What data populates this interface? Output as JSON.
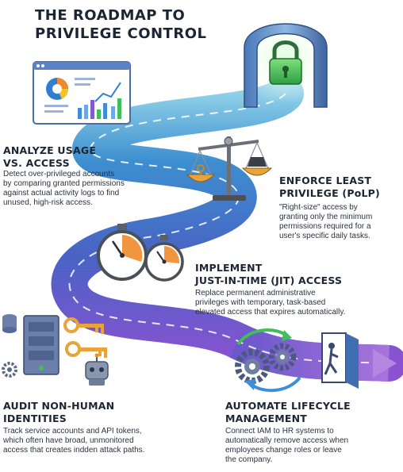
{
  "title": {
    "line1": "THE ROADMAP TO",
    "line2": "PRIVILEGE CONTROL"
  },
  "steps": [
    {
      "title_line1": "ANALYZE USAGE",
      "title_line2": "VS. ACCESS",
      "body": [
        "Detect over-privileged accounts",
        "by comparing granted permissions",
        "against actual activity logs to find",
        "unused, high-risk access."
      ]
    },
    {
      "title_line1": "ENFORCE LEAST",
      "title_line2": "PRIVILEGE (PoLP)",
      "body": [
        "\"Right-size\" access by",
        "granting only the minimum",
        "permissions required for a",
        "user's specific daily tasks."
      ]
    },
    {
      "title_line1": "IMPLEMENT",
      "title_line2": "JUST-IN-TIME (JIT) ACCESS",
      "body": [
        "Replace permanent administrative",
        "privileges with temporary, task-based",
        "elevated access that expires automatically."
      ]
    },
    {
      "title_line1": "AUDIT NON-HUMAN",
      "title_line2": "IDENTITIES",
      "body": [
        "Track service accounts and API tokens,",
        "which often have broad, unmonitored",
        "access that creates indden attack paths."
      ]
    },
    {
      "title_line1": "AUTOMATE LIFECYCLE",
      "title_line2": "MANAGEMENT",
      "body": [
        "Connect IAM to HR systems to",
        "automatically remove access when",
        "employees change roles or leave",
        "the company."
      ]
    }
  ],
  "colors": {
    "road_start": "#2f8fc9",
    "road_mid": "#4a66c8",
    "road_end": "#8a4fd0",
    "lane": "#ffffff",
    "accent_green": "#3fbf5a",
    "accent_orange": "#f0892a",
    "key_gold": "#e8a33a"
  },
  "icons": [
    "dashboard-icon",
    "scale-icon",
    "arch-lock-icon",
    "stopwatch-icon",
    "server-icon",
    "key-icon",
    "robot-icon",
    "gear-icon",
    "door-exit-icon"
  ]
}
